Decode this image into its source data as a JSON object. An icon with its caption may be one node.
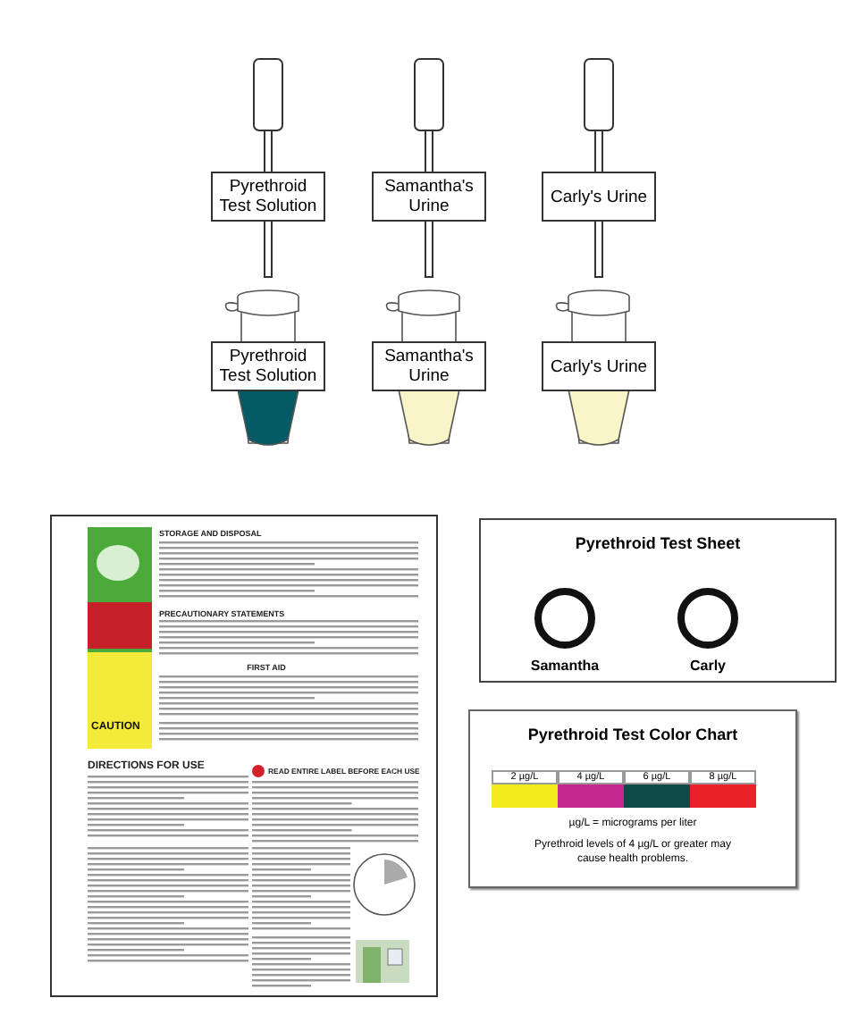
{
  "diagram": {
    "nodes": [
      {
        "text": [
          "Pyrethroid Test Solution"
        ]
      },
      {
        "text": [
          "Samantha's Urine"
        ]
      },
      {
        "text": [
          "Carly's Urine"
        ]
      },
      {
        "text": [
          "Pyrethroid Test Solution"
        ]
      },
      {
        "text": [
          "Samantha's Urine"
        ]
      },
      {
        "text": [
          "Carly's Urine"
        ]
      },
      {
        "text": [
          "Pyrethroid Test Sheet"
        ]
      },
      {
        "text": [],
        "shape": "circle",
        "in": 6,
        "beside": [
          "Samantha"
        ]
      },
      {
        "text": [],
        "shape": "circle",
        "in": 6,
        "beside": [
          "Carly"
        ]
      },
      {
        "text": [
          "Pyrethroid Test Color Chart"
        ]
      }
    ],
    "edges": [],
    "labels": [
      "STORAGE AND DISPOSAL",
      "PRECAUTIONARY STATEMENTS",
      "FIRST AID",
      "CAUTION",
      "DIRECTIONS FOR USE",
      "READ ENTIRE LABEL BEFORE EACH USE",
      "µg/L = micrograms per liter",
      "Pyrethroid levels of 4 µg/L or greater may cause health problems."
    ],
    "legend": [
      {
        "text": "2 µg/L",
        "color": "#f2ea1c"
      },
      {
        "text": "4 µg/L",
        "color": "#c4288f"
      },
      {
        "text": "6 µg/L",
        "color": "#0f4a44"
      },
      {
        "text": "8 µg/L",
        "color": "#ea2126"
      }
    ]
  }
}
